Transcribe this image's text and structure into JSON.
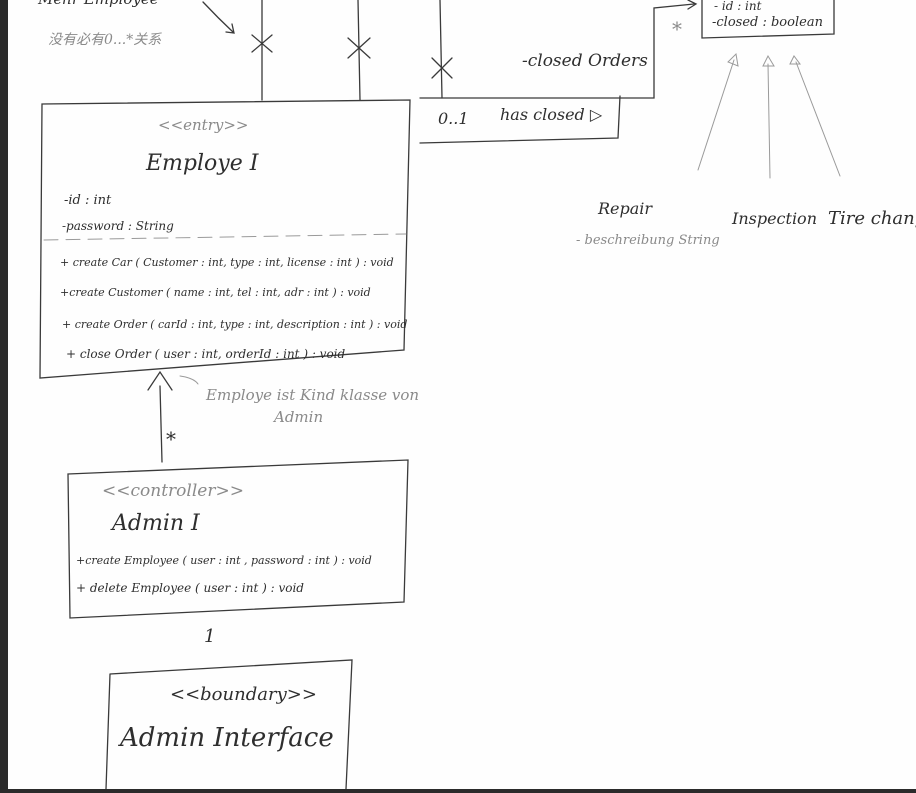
{
  "top_note": {
    "line1": "Mehr Employee",
    "line2": "没有必有0...*关系"
  },
  "multiplicities": {
    "star": "*",
    "zero_one": "0..1"
  },
  "association": {
    "role": "-closed Orders",
    "label": "has closed ▷"
  },
  "order_partial": {
    "attr1": "- id : int",
    "attr2": "-closed : boolean"
  },
  "employee": {
    "stereotype": "<<entry>>",
    "name": "Employe I",
    "attributes": [
      "-id : int",
      "-password : String"
    ],
    "methods": [
      "+ create Car ( Customer : int, type : int, license : int ) : void",
      "+create Customer ( name : int, tel : int, adr : int ) : void",
      "+ create Order ( carId : int, type : int, description : int ) : void",
      "+ close Order ( user : int, orderId : int ) : void"
    ]
  },
  "inheritance_note": {
    "line1": "Employe ist Kind klasse von",
    "line2": "Admin"
  },
  "admin": {
    "stereotype": "<<controller>>",
    "name": "Admin I",
    "methods": [
      "+create Employee ( user : int , password : int ) : void",
      "+ delete Employee ( user : int ) : void"
    ]
  },
  "admin_link": "1",
  "boundary": {
    "stereotype": "<<boundary>>",
    "name": "Admin Interface"
  },
  "subclasses": {
    "repair": "Repair",
    "repair_attr": "- beschreibung String",
    "inspection": "Inspection",
    "tire": "Tire change"
  }
}
